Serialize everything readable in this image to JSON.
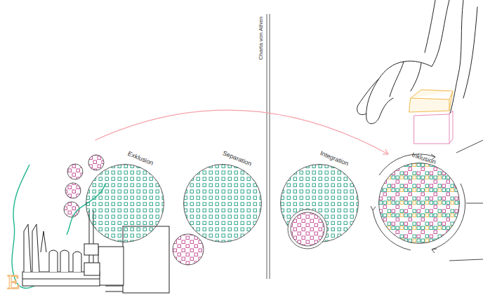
{
  "diagram": {
    "nodes": [
      {
        "text": [
          "Exklusion"
        ]
      },
      {
        "text": [
          "Separation"
        ]
      },
      {
        "text": [
          "Integration"
        ]
      },
      {
        "text": [
          "Inklusion"
        ]
      }
    ],
    "edges": [
      {
        "from": 0,
        "to": 3,
        "arrow": "to"
      }
    ],
    "labels": [
      "Charta von Athen",
      "E"
    ]
  }
}
